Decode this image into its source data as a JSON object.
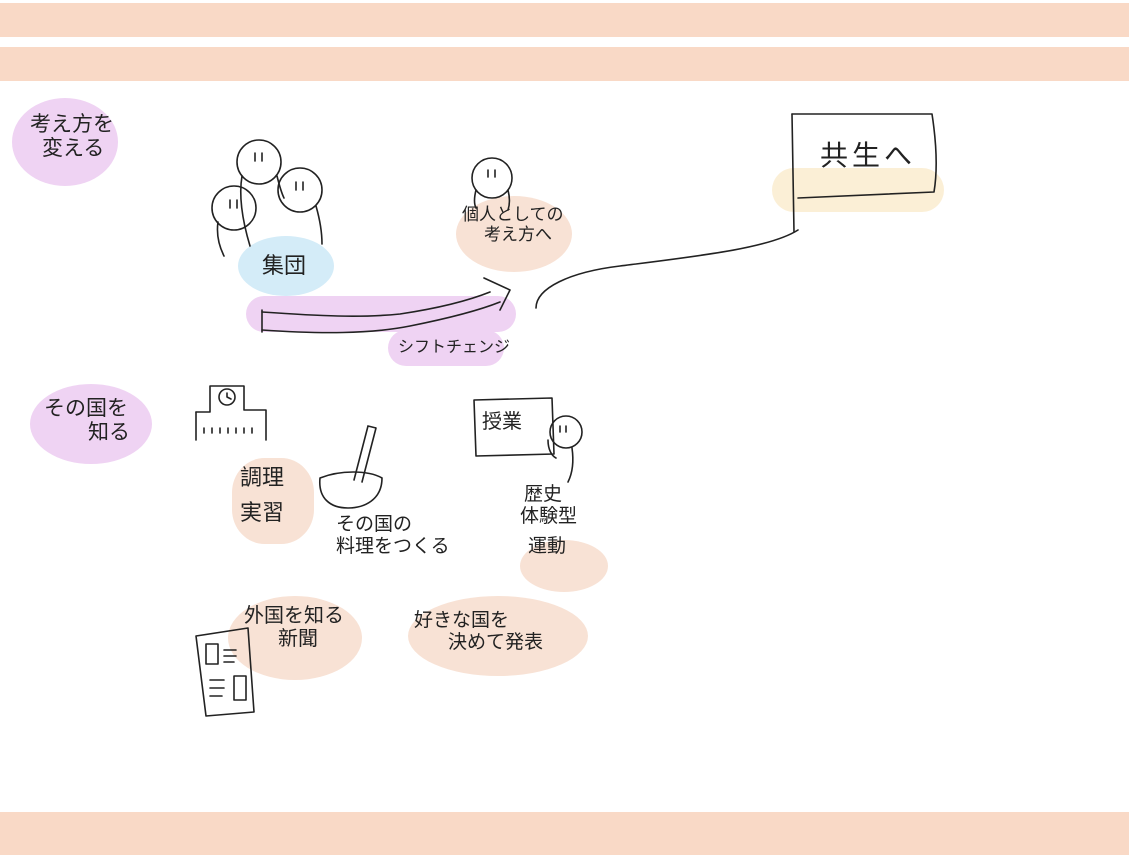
{
  "colors": {
    "band": "#f9d9c6",
    "purple_highlight": "#efd3f3",
    "blue_highlight": "#d4ecf8",
    "peach_highlight": "#f8e2d5",
    "yellow_highlight": "#fbefd6",
    "ink": "#222222"
  },
  "sections": {
    "change_thinking": {
      "line1": "考え方を",
      "line2": "変える"
    },
    "know_country": {
      "line1": "その国を",
      "line2": "知る"
    }
  },
  "diagram": {
    "group_label": "集団",
    "individual_label_line1": "個人としての",
    "individual_label_line2": "考え方へ",
    "shift_label": "シフトチェンジ",
    "goal_label": "共生へ",
    "activities": {
      "cooking_line1": "調理",
      "cooking_line2": "実習",
      "country_food_line1": "その国の",
      "country_food_line2": "料理をつくる",
      "lesson_board": "授業",
      "history_line1": "歴史",
      "history_line2": "体験型",
      "history_line3": "運動",
      "newspaper_line1": "外国を知る",
      "newspaper_line2": "新聞",
      "favorite_line1": "好きな国を",
      "favorite_line2": "決めて発表"
    }
  }
}
